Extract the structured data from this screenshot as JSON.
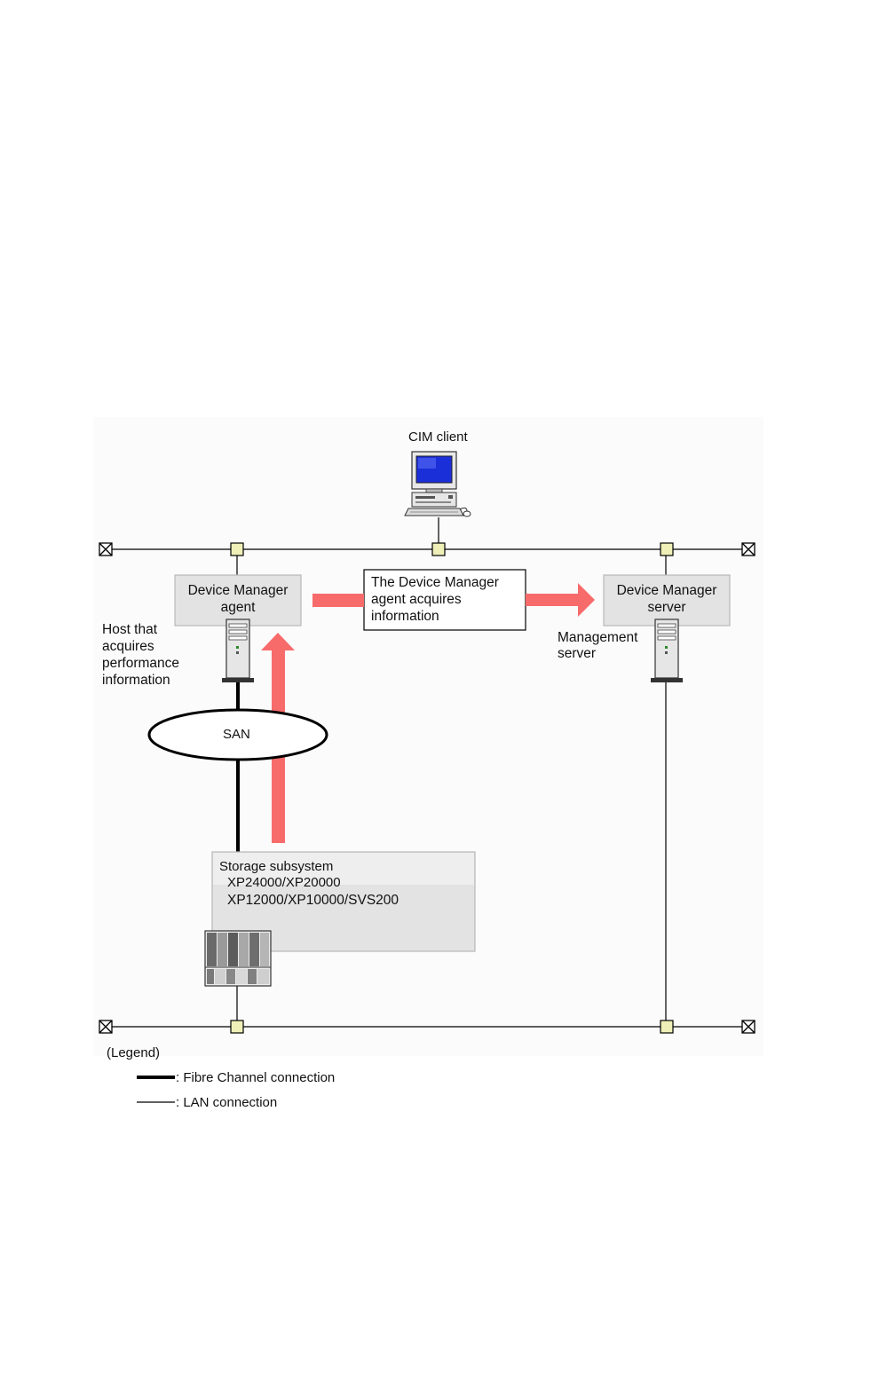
{
  "cim_client": {
    "label": "CIM client"
  },
  "device_manager_agent": {
    "line1": "Device Manager",
    "line2": "agent"
  },
  "host_label": [
    "Host that",
    "acquires",
    "performance",
    "information"
  ],
  "info_box": [
    "The Device Manager",
    "agent acquires",
    "information"
  ],
  "device_manager_server": {
    "line1": "Device Manager",
    "line2": "server"
  },
  "management_server_label": [
    "Management",
    "server"
  ],
  "san": {
    "label": "SAN"
  },
  "storage": {
    "title": "Storage subsystem",
    "models_1": "XP24000/XP20000",
    "models_2": "XP12000/XP10000/SVS200"
  },
  "legend": {
    "title": "(Legend)",
    "fibre": ": Fibre Channel connection",
    "lan": ": LAN connection"
  },
  "colors": {
    "flow_arrow": "#f86b6b",
    "box_fill": "#e3e3e3",
    "port_fill": "#eef0b8"
  }
}
